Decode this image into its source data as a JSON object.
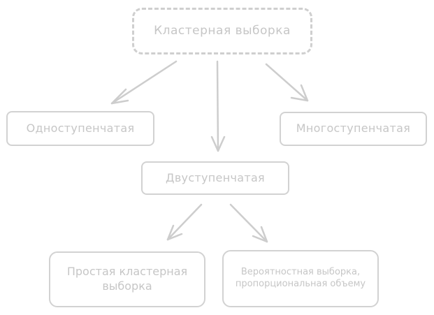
{
  "diagram": {
    "nodes": [
      {
        "id": "root",
        "label": "Кластерная выборка"
      },
      {
        "id": "single",
        "label": "Одноступенчатая"
      },
      {
        "id": "multi",
        "label": "Многоступенчатая"
      },
      {
        "id": "two",
        "label": "Двуступенчатая"
      },
      {
        "id": "simple",
        "label": "Простая кластерная выборка"
      },
      {
        "id": "prob",
        "label": "Вероятностная выборка, пропорциональная объему"
      }
    ],
    "edges": [
      {
        "from": "root",
        "to": "single"
      },
      {
        "from": "root",
        "to": "two"
      },
      {
        "from": "root",
        "to": "multi"
      },
      {
        "from": "two",
        "to": "simple"
      },
      {
        "from": "two",
        "to": "prob"
      }
    ]
  }
}
